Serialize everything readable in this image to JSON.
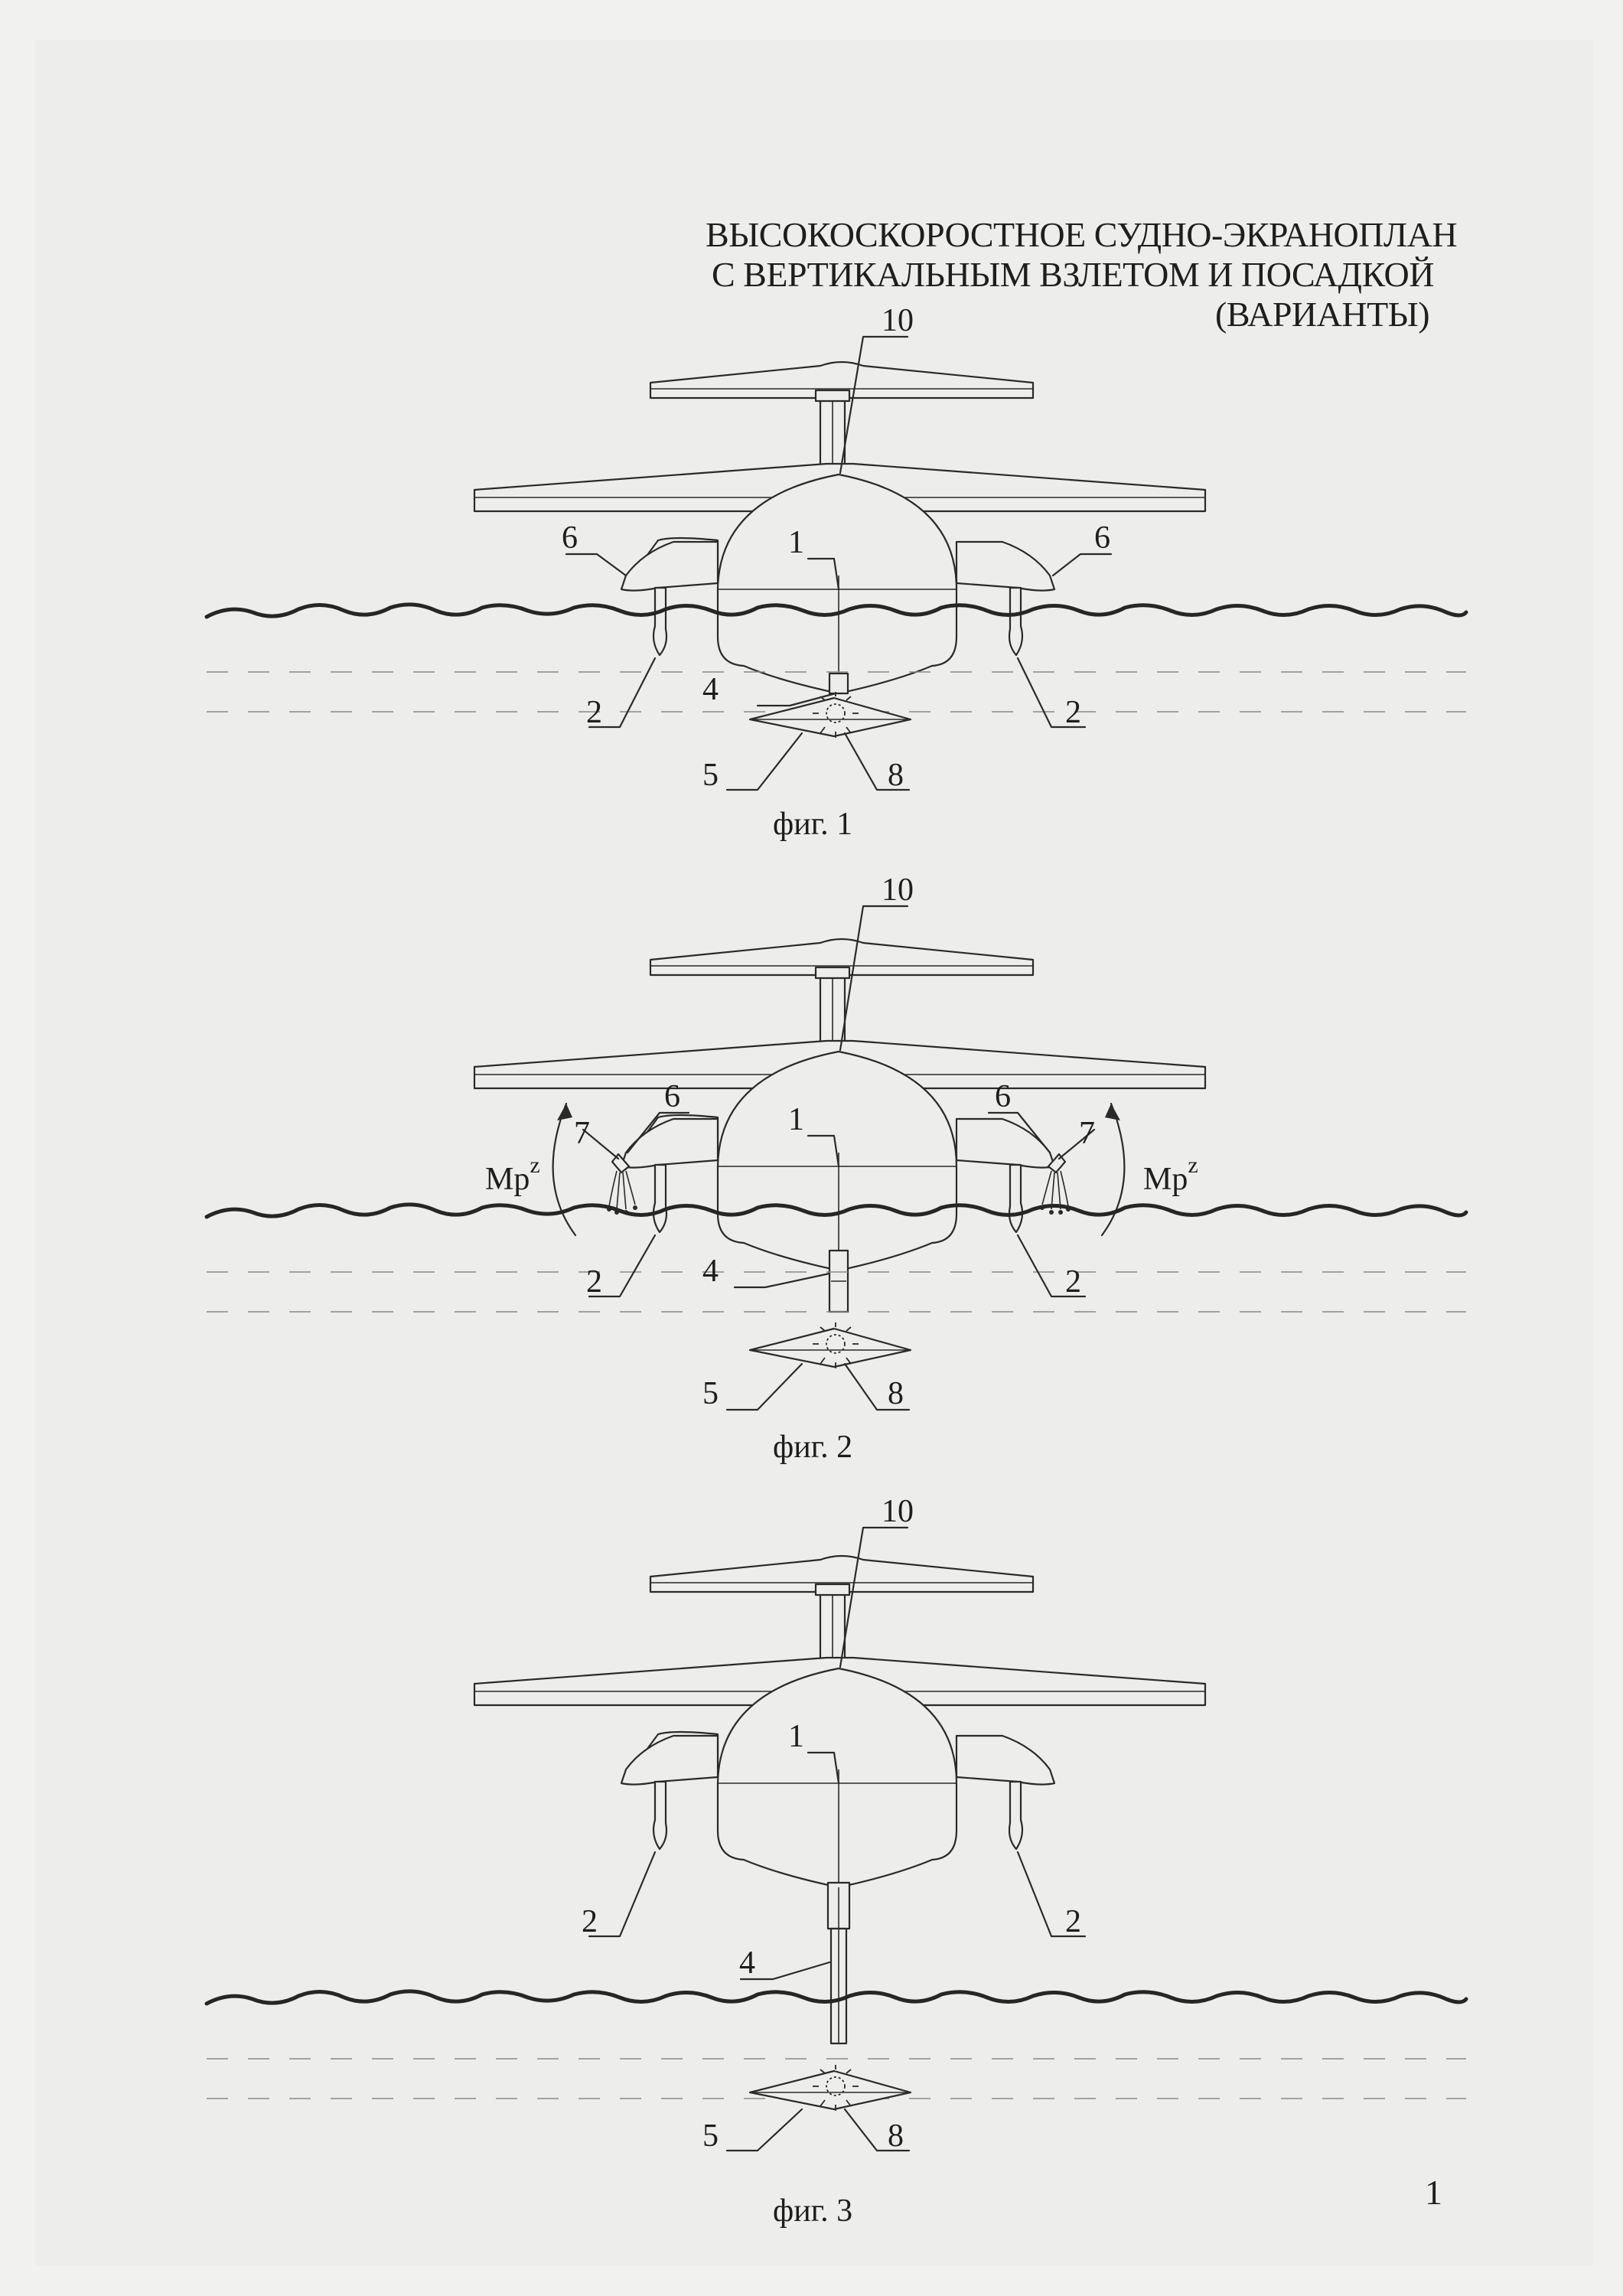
{
  "title": {
    "line1": "ВЫСОКОСКОРОСТНОЕ СУДНО-ЭКРАНОПЛАН",
    "line2": "С ВЕРТИКАЛЬНЫМ ВЗЛЕТОМ И ПОСАДКОЙ",
    "line3": "(ВАРИАНТЫ)"
  },
  "figures": [
    {
      "caption": "фиг. 1",
      "labels": {
        "l10": "10",
        "l1": "1",
        "l6_left": "6",
        "l6_right": "6",
        "l2_left": "2",
        "l2_right": "2",
        "l4": "4",
        "l5": "5",
        "l8": "8"
      }
    },
    {
      "caption": "фиг. 2",
      "labels": {
        "l10": "10",
        "l1": "1",
        "l6_left": "6",
        "l6_right": "6",
        "l7_left": "7",
        "l7_right": "7",
        "l2_left": "2",
        "l2_right": "2",
        "l4": "4",
        "l5": "5",
        "l8": "8"
      },
      "moment_label": {
        "base": "Mp",
        "superscript": "z"
      }
    },
    {
      "caption": "фиг. 3",
      "labels": {
        "l10": "10",
        "l1": "1",
        "l2_left": "2",
        "l2_right": "2",
        "l4": "4",
        "l5": "5",
        "l8": "8"
      }
    }
  ],
  "page_number": "1"
}
